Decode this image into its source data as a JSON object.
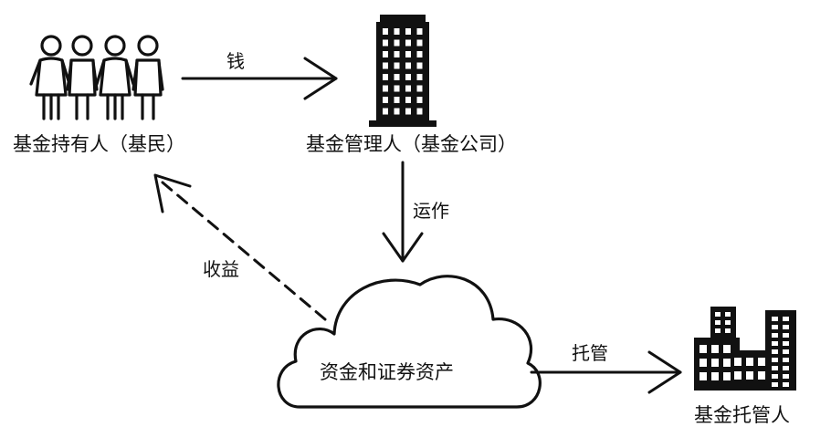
{
  "nodes": {
    "holders": {
      "label": "基金持有人（基民）",
      "icon": "people-group-icon"
    },
    "manager": {
      "label": "基金管理人（基金公司）",
      "icon": "office-building-icon"
    },
    "assets": {
      "label": "资金和证券资产",
      "icon": "cloud-icon"
    },
    "custodian": {
      "label": "基金托管人",
      "icon": "buildings-icon"
    }
  },
  "edges": {
    "money": {
      "label": "钱",
      "from": "holders",
      "to": "manager",
      "style": "solid"
    },
    "operate": {
      "label": "运作",
      "from": "manager",
      "to": "assets",
      "style": "solid"
    },
    "returns": {
      "label": "收益",
      "from": "assets",
      "to": "holders",
      "style": "dashed"
    },
    "custody": {
      "label": "托管",
      "from": "assets",
      "to": "custodian",
      "style": "solid"
    }
  },
  "colors": {
    "ink": "#111111",
    "background": "#ffffff"
  }
}
